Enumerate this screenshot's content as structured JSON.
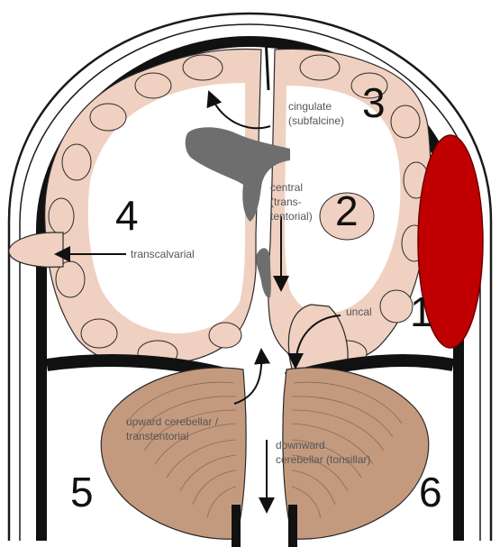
{
  "diagram": {
    "colors": {
      "skull_stroke": "#1a1a1a",
      "dura": "#111111",
      "cortex": "#f0d0c0",
      "white_matter": "#ffffff",
      "ventricle": "#6e6e6e",
      "cerebellum": "#c49a7f",
      "hematoma": "#c00000",
      "arrow": "#111111"
    },
    "numbers": [
      "3",
      "2",
      "4",
      "1",
      "5",
      "6"
    ],
    "labels": {
      "cingulate_1": "cingulate",
      "cingulate_2": "(subfalcine)",
      "central_1": "central",
      "central_2": "(trans-",
      "central_3": "tentorial)",
      "transcalvarial": "transcalvarial",
      "uncal": "uncal",
      "upward_1": "upward cerebellar /",
      "upward_2": "transtentorial",
      "downward_1": "downward",
      "downward_2": "cerebellar (tonsillar)"
    }
  }
}
